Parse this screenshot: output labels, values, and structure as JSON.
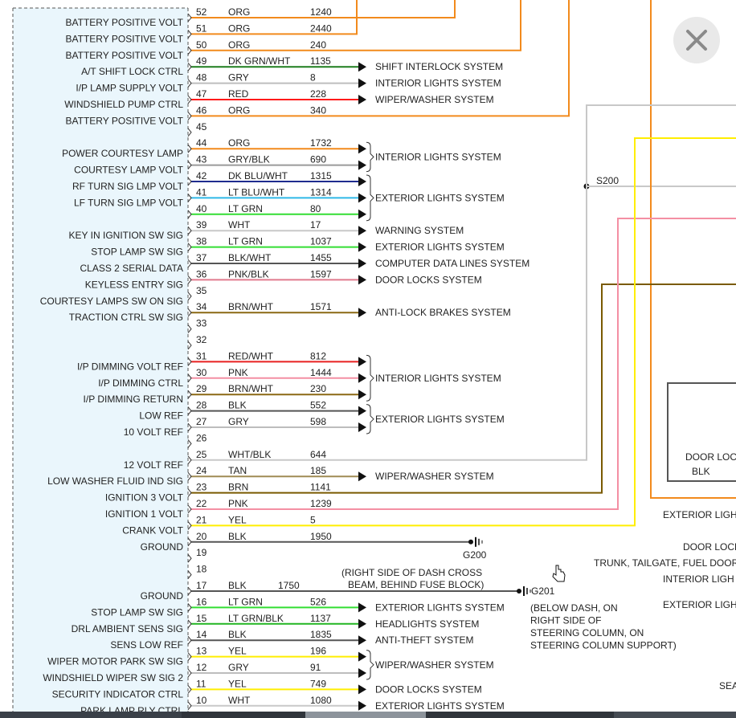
{
  "diagram": {
    "wires": [
      {
        "pin": "52",
        "color": "ORG",
        "circuit": "1240",
        "label": "BATTERY POSITIVE VOLT",
        "stroke": "#f28a1c"
      },
      {
        "pin": "51",
        "color": "ORG",
        "circuit": "2440",
        "label": "BATTERY POSITIVE VOLT",
        "stroke": "#f28a1c"
      },
      {
        "pin": "50",
        "color": "ORG",
        "circuit": "240",
        "label": "BATTERY POSITIVE VOLT",
        "stroke": "#f28a1c"
      },
      {
        "pin": "49",
        "color": "DK GRN/WHT",
        "circuit": "1135",
        "label": "A/T SHIFT LOCK CTRL",
        "stroke": "#1e7d1e",
        "dest": "SHIFT INTERLOCK SYSTEM"
      },
      {
        "pin": "48",
        "color": "GRY",
        "circuit": "8",
        "label": "I/P LAMP SUPPLY VOLT",
        "stroke": "#bdbdbd",
        "dest": "INTERIOR LIGHTS SYSTEM"
      },
      {
        "pin": "47",
        "color": "RED",
        "circuit": "228",
        "label": "WINDSHIELD PUMP CTRL",
        "stroke": "#ff1a1a",
        "dest": "WIPER/WASHER SYSTEM"
      },
      {
        "pin": "46",
        "color": "ORG",
        "circuit": "340",
        "label": "BATTERY POSITIVE VOLT",
        "stroke": "#f28a1c"
      },
      {
        "pin": "45"
      },
      {
        "pin": "44",
        "color": "ORG",
        "circuit": "1732",
        "label": "POWER COURTESY LAMP",
        "stroke": "#f28a1c"
      },
      {
        "pin": "43",
        "color": "GRY/BLK",
        "circuit": "690",
        "label": "COURTESY LAMP VOLT",
        "stroke": "#9a9a9a"
      },
      {
        "pin": "42",
        "color": "DK BLU/WHT",
        "circuit": "1315",
        "label": "RF TURN SIG LMP VOLT",
        "stroke": "#1f2c8f"
      },
      {
        "pin": "41",
        "color": "LT BLU/WHT",
        "circuit": "1314",
        "label": "LF TURN SIG LMP VOLT",
        "stroke": "#2fb8e8"
      },
      {
        "pin": "40",
        "color": "LT GRN",
        "circuit": "80",
        "label": "",
        "stroke": "#33dd33"
      },
      {
        "pin": "39",
        "color": "WHT",
        "circuit": "17",
        "label": "KEY IN IGNITION SW SIG",
        "stroke": "#c8c8c8",
        "dest": "WARNING SYSTEM"
      },
      {
        "pin": "38",
        "color": "LT GRN",
        "circuit": "1037",
        "label": "STOP LAMP SW SIG",
        "stroke": "#33dd33",
        "dest": "EXTERIOR LIGHTS SYSTEM"
      },
      {
        "pin": "37",
        "color": "BLK/WHT",
        "circuit": "1455",
        "label": "CLASS 2 SERIAL DATA",
        "stroke": "#555555",
        "dest": "COMPUTER DATA LINES SYSTEM"
      },
      {
        "pin": "36",
        "color": "PNK/BLK",
        "circuit": "1597",
        "label": "KEYLESS ENTRY SIG",
        "stroke": "#e07a8e",
        "dest": "DOOR LOCKS SYSTEM"
      },
      {
        "pin": "35",
        "label": "COURTESY LAMPS SW ON SIG",
        "stroke": "#f48fa3",
        "dest": "INTERIOR LIGHTS SYSTEM"
      },
      {
        "pin": "34",
        "color": "BRN/WHT",
        "circuit": "1571",
        "label": "TRACTION CTRL SW SIG",
        "stroke": "#8b6914",
        "dest": "ANTI-LOCK BRAKES SYSTEM"
      },
      {
        "pin": "33"
      },
      {
        "pin": "32"
      },
      {
        "pin": "31",
        "color": "RED/WHT",
        "circuit": "812",
        "label": "I/P DIMMING VOLT REF",
        "stroke": "#e82020"
      },
      {
        "pin": "30",
        "color": "PNK",
        "circuit": "1444",
        "label": "I/P DIMMING CTRL",
        "stroke": "#f48fa3"
      },
      {
        "pin": "29",
        "color": "BRN/WHT",
        "circuit": "230",
        "label": "I/P DIMMING RETURN",
        "stroke": "#8b6914"
      },
      {
        "pin": "28",
        "color": "BLK",
        "circuit": "552",
        "label": "LOW REF",
        "stroke": "#555555"
      },
      {
        "pin": "27",
        "color": "GRY",
        "circuit": "598",
        "label": "10 VOLT REF",
        "stroke": "#bdbdbd"
      },
      {
        "pin": "26"
      },
      {
        "pin": "25",
        "color": "WHT/BLK",
        "circuit": "644",
        "label": "12 VOLT REF",
        "stroke": "#c8c8c8"
      },
      {
        "pin": "24",
        "color": "TAN",
        "circuit": "185",
        "label": "LOW WASHER FLUID IND SIG",
        "stroke": "#a08c55",
        "dest": "WIPER/WASHER SYSTEM"
      },
      {
        "pin": "23",
        "color": "BRN",
        "circuit": "1141",
        "label": "IGNITION 3 VOLT",
        "stroke": "#7a5a00"
      },
      {
        "pin": "22",
        "color": "PNK",
        "circuit": "1239",
        "label": "IGNITION 1 VOLT",
        "stroke": "#f48fa3"
      },
      {
        "pin": "21",
        "color": "YEL",
        "circuit": "5",
        "label": "CRANK VOLT",
        "stroke": "#ffee00"
      },
      {
        "pin": "20",
        "color": "BLK",
        "circuit": "1950",
        "label": "GROUND",
        "stroke": "#555555"
      },
      {
        "pin": "19"
      },
      {
        "pin": "18"
      },
      {
        "pin": "17",
        "color": "BLK",
        "circuit": "1750",
        "label": "GROUND",
        "stroke": "#555555"
      },
      {
        "pin": "16",
        "color": "LT GRN",
        "circuit": "526",
        "label": "STOP LAMP SW SIG",
        "stroke": "#33dd33",
        "dest": "EXTERIOR LIGHTS SYSTEM"
      },
      {
        "pin": "15",
        "color": "LT GRN/BLK",
        "circuit": "1137",
        "label": "DRL AMBIENT SENS SIG",
        "stroke": "#22b522",
        "dest": "HEADLIGHTS SYSTEM"
      },
      {
        "pin": "14",
        "color": "BLK",
        "circuit": "1835",
        "label": "SENS LOW REF",
        "stroke": "#555555",
        "dest": "ANTI-THEFT SYSTEM"
      },
      {
        "pin": "13",
        "color": "YEL",
        "circuit": "196",
        "label": "WIPER MOTOR PARK SW SIG",
        "stroke": "#ffee00"
      },
      {
        "pin": "12",
        "color": "GRY",
        "circuit": "91",
        "label": "WINDSHIELD WIPER SW SIG 2",
        "stroke": "#bdbdbd"
      },
      {
        "pin": "11",
        "color": "YEL",
        "circuit": "749",
        "label": "SECURITY INDICATOR CTRL",
        "stroke": "#ffee00",
        "dest": "DOOR LOCKS SYSTEM"
      },
      {
        "pin": "10",
        "color": "WHT",
        "circuit": "1080",
        "label": "PARK LAMP RLY CTRL",
        "stroke": "#c8c8c8",
        "dest": "EXTERIOR LIGHTS SYSTEM"
      }
    ],
    "groups": [
      {
        "dest": "INTERIOR LIGHTS SYSTEM",
        "pins": [
          "44",
          "43"
        ]
      },
      {
        "dest": "EXTERIOR LIGHTS SYSTEM",
        "pins": [
          "42",
          "41",
          "40"
        ]
      },
      {
        "dest": "INTERIOR LIGHTS SYSTEM",
        "pins": [
          "31",
          "30",
          "29"
        ]
      },
      {
        "dest": "EXTERIOR LIGHTS SYSTEM",
        "pins": [
          "28",
          "27"
        ]
      },
      {
        "dest": "WIPER/WASHER SYSTEM",
        "pins": [
          "13",
          "12"
        ]
      }
    ],
    "splice": "S200",
    "grounds": [
      {
        "id": "G200",
        "note": [
          "(RIGHT SIDE OF DASH CROSS",
          "BEAM, BEHIND FUSE BLOCK)"
        ]
      },
      {
        "id": "G201",
        "note": [
          "(BELOW DASH, ON",
          "RIGHT SIDE OF",
          "STEERING COLUMN, ON",
          "STEERING COLUMN SUPPORT)"
        ]
      }
    ],
    "right_labels": [
      "DOOR LOC",
      "BLK",
      "EXTERIOR LIGH",
      "DOOR LOCK",
      "TRUNK, TAILGATE, FUEL DOOR",
      "INTERIOR LIGH",
      "EXTERIOR LIGH",
      "SEA"
    ],
    "close_icon": "close-icon",
    "cursor_icon": "hand-pointer-icon"
  }
}
